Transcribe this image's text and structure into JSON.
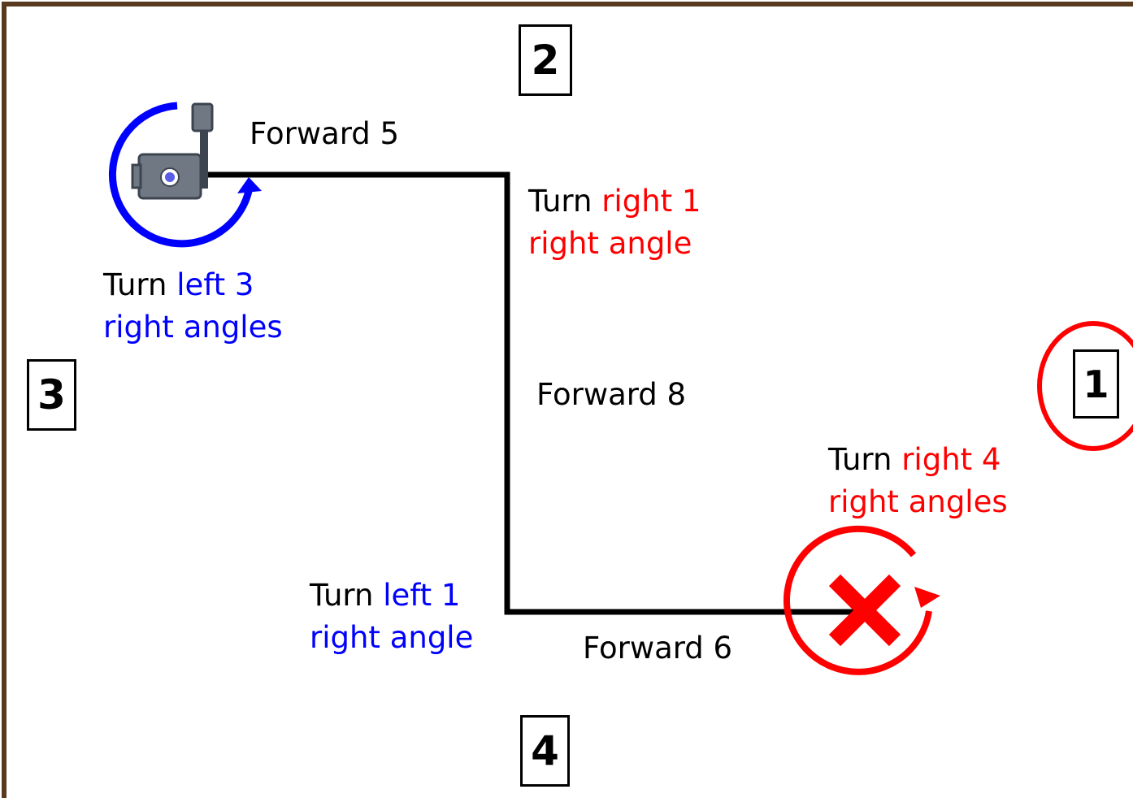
{
  "colors": {
    "frame": "#5a3a1e",
    "path": "#000000",
    "left": "#0000ff",
    "right": "#ff0000",
    "robot_body": "#6f7883",
    "robot_dark": "#3c4450",
    "robot_eye": "#5a5ee6"
  },
  "markers": {
    "m1": "1",
    "m2": "2",
    "m3": "3",
    "m4": "4"
  },
  "steps": {
    "forward5": "Forward 5",
    "turn_right_1": {
      "word": "Turn ",
      "dir": "right 1",
      "line2": "right angle"
    },
    "forward8": "Forward 8",
    "turn_left_1": {
      "word": "Turn ",
      "dir": "left 1",
      "line2": "right angle"
    },
    "forward6": "Forward 6",
    "turn_right_4": {
      "word": "Turn ",
      "dir": "right 4",
      "line2": "right angles"
    }
  },
  "start_instruction": {
    "word": "Turn ",
    "dir": "left 3",
    "line2": "right angles"
  },
  "icons": {
    "start": "robot-icon",
    "finish": "cross-icon"
  }
}
